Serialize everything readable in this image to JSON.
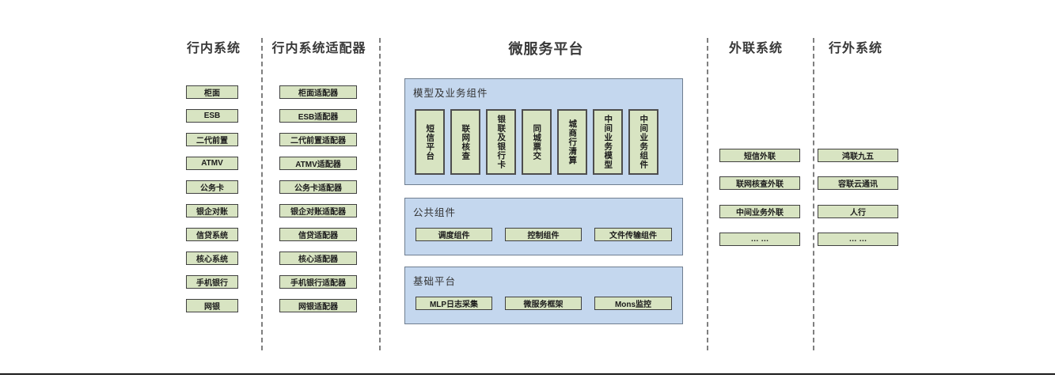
{
  "columns": [
    {
      "title": "行内系统",
      "items": [
        "柜面",
        "ESB",
        "二代前置",
        "ATMV",
        "公务卡",
        "银企对账",
        "信贷系统",
        "核心系统",
        "手机银行",
        "网银"
      ]
    },
    {
      "title": "行内系统适配器",
      "items": [
        "柜面适配器",
        "ESB适配器",
        "二代前置适配器",
        "ATMV适配器",
        "公务卡适配器",
        "银企对账适配器",
        "信贷适配器",
        "核心适配器",
        "手机银行适配器",
        "网银适配器"
      ]
    },
    {
      "title": "微服务平台",
      "groups": [
        {
          "title": "模型及业务组件",
          "items": [
            "短信平台",
            "联网核查",
            "银联及银行卡",
            "同城票交",
            "城商行清算",
            "中间业务模型",
            "中间业务组件"
          ]
        },
        {
          "title": "公共组件",
          "items": [
            "调度组件",
            "控制组件",
            "文件传输组件"
          ]
        },
        {
          "title": "基础平台",
          "items": [
            "MLP日志采集",
            "微服务框架",
            "Mons监控"
          ]
        }
      ]
    },
    {
      "title": "外联系统",
      "items": [
        "短信外联",
        "联网核查外联",
        "中间业务外联",
        "… …"
      ]
    },
    {
      "title": "行外系统",
      "items": [
        "鸿联九五",
        "容联云通讯",
        "人行",
        "… …"
      ]
    }
  ],
  "colors": {
    "node_fill": "#d8e4c2",
    "node_border": "#404040",
    "group_fill": "#c4d7ee",
    "group_border": "#6f7e90",
    "divider": "#7f7f7f",
    "bottom_rule": "#1a1a1a"
  }
}
